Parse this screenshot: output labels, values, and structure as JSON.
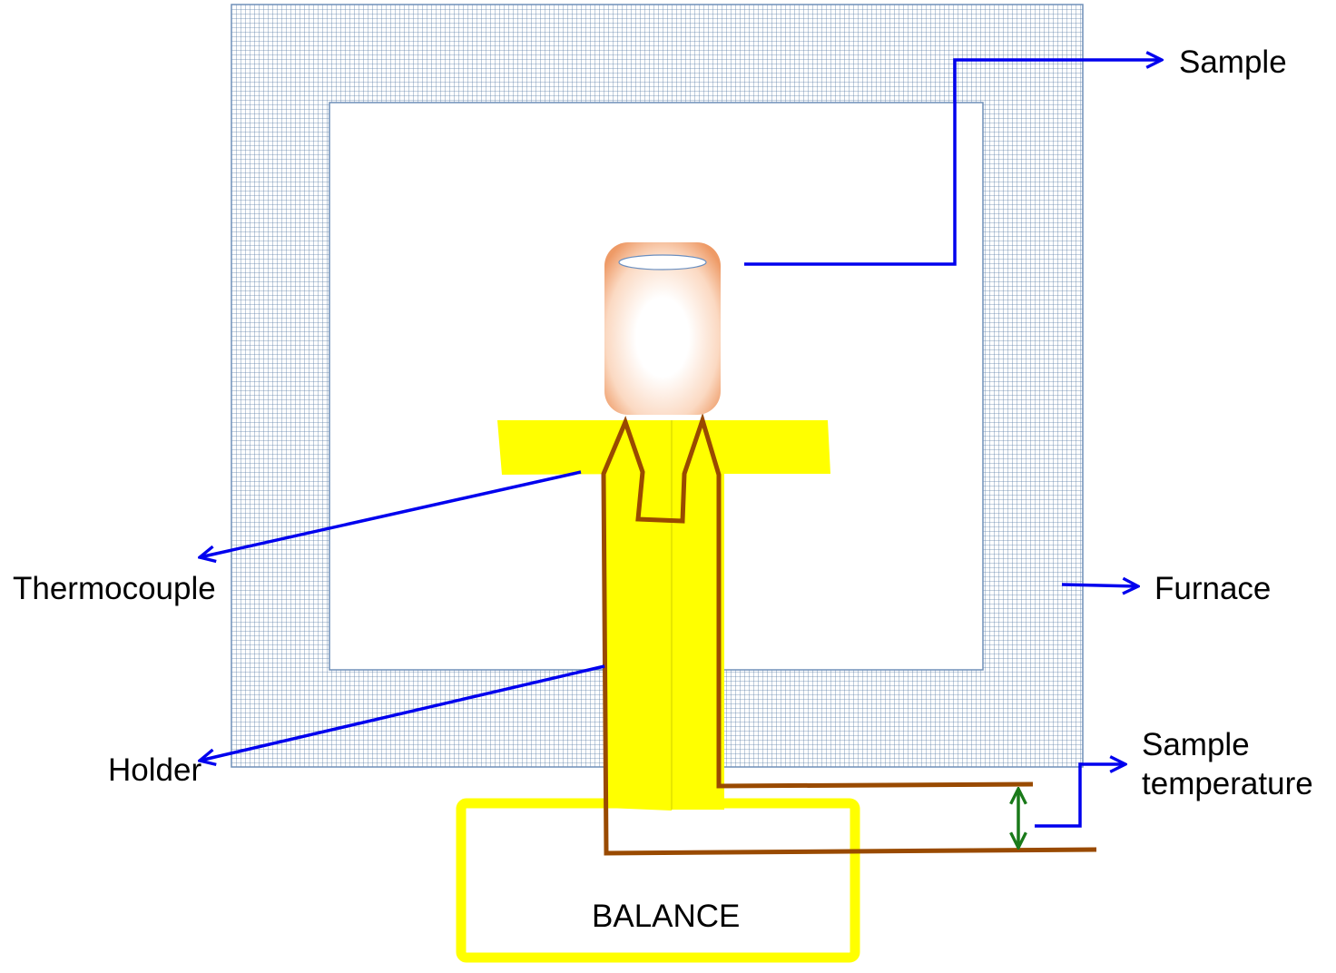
{
  "labels": {
    "sample": "Sample",
    "furnace": "Furnace",
    "thermocouple": "Thermocouple",
    "holder": "Holder",
    "sample_temperature_line1": "Sample",
    "sample_temperature_line2": "temperature",
    "balance": "BALANCE"
  },
  "colors": {
    "callout_arrow": "#0000EE",
    "furnace_grid": "#5E7FA8",
    "furnace_border": "#6F8FB8",
    "holder": "#FFFF00",
    "balance_outline": "#FFFF00",
    "thermocouple_wire": "#994A00",
    "temperature_arrow": "#1A7A1A",
    "sample_crucible": "#F0A070"
  }
}
